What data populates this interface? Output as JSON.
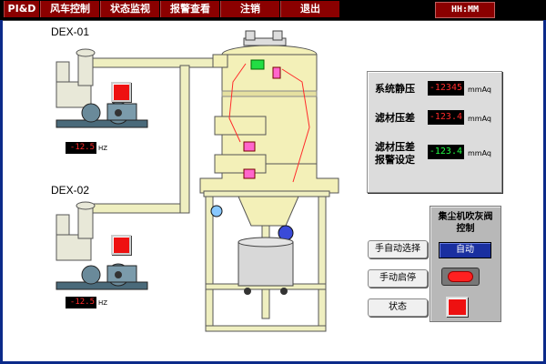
{
  "menu": {
    "items": [
      {
        "label": "PI&D",
        "key": "pid"
      },
      {
        "label": "风车控制",
        "key": "fan"
      },
      {
        "label": "状态监视",
        "key": "status"
      },
      {
        "label": "报警查看",
        "key": "alarm"
      },
      {
        "label": "注销",
        "key": "logout"
      },
      {
        "label": "退出",
        "key": "exit"
      }
    ],
    "clock": "HH:MM"
  },
  "blowers": [
    {
      "name": "DEX-01",
      "hz_value": "-12.5",
      "hz_unit": "HZ"
    },
    {
      "name": "DEX-02",
      "hz_value": "-12.5",
      "hz_unit": "HZ"
    }
  ],
  "readouts": [
    {
      "label": "系统静压",
      "value": "-12345",
      "unit": "mmAq",
      "color": "#ff2a2a"
    },
    {
      "label": "滤材压差",
      "value": "-123.4",
      "unit": "mmAq",
      "color": "#ff2a2a"
    },
    {
      "label_line1": "滤材压差",
      "label_line2": "报警设定",
      "value": "-123.4",
      "unit": "mmAq",
      "color": "#22ff44"
    }
  ],
  "controls": {
    "manual_auto_label": "手自动选择",
    "manual_start_label": "手动启停",
    "status_label": "状态",
    "panel_title_line1": "集尘机吹灰阀",
    "panel_title_line2": "控制",
    "auto_label": "自动"
  },
  "colors": {
    "menu_bg": "#8b0000",
    "frame": "#0b2a8a",
    "vessel": "#f3f0b8",
    "pipe": "#efefc0",
    "indicator": "#ee1111"
  }
}
